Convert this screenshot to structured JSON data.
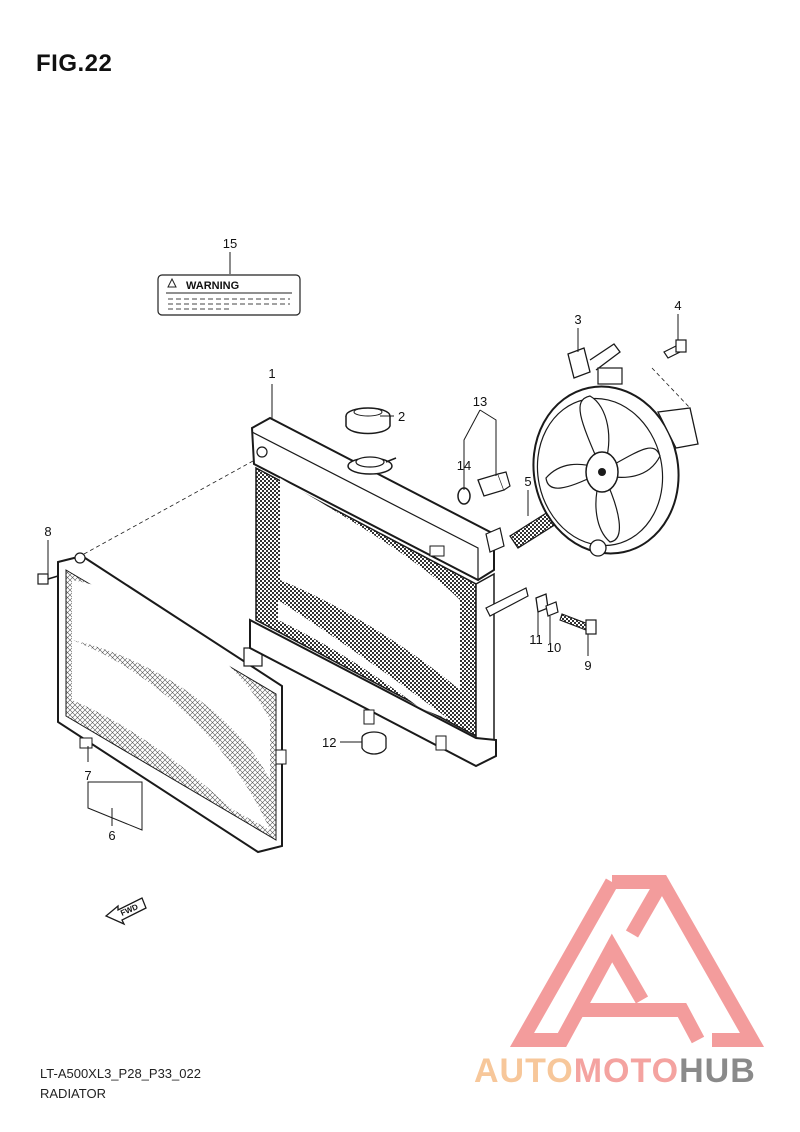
{
  "figure": {
    "title": "FIG.22",
    "code": "LT-A500XL3_P28_P33_022",
    "name": "RADIATOR"
  },
  "warning_label": {
    "text": "WARNING"
  },
  "fwd_arrow": {
    "text": "FWD"
  },
  "callouts": [
    "1",
    "2",
    "3",
    "4",
    "5",
    "6",
    "7",
    "8",
    "9",
    "10",
    "11",
    "12",
    "13",
    "14",
    "15"
  ],
  "watermark": {
    "part1": "AUTO",
    "part2": "MOTO",
    "part3": "HUB",
    "colors": {
      "auto": "#f7c79a",
      "moto": "#f4a3a0",
      "hub": "#8a8a8a",
      "triangle": "#f39c9c"
    }
  },
  "colors": {
    "line": "#1a1a1a",
    "mesh": "#555555"
  }
}
